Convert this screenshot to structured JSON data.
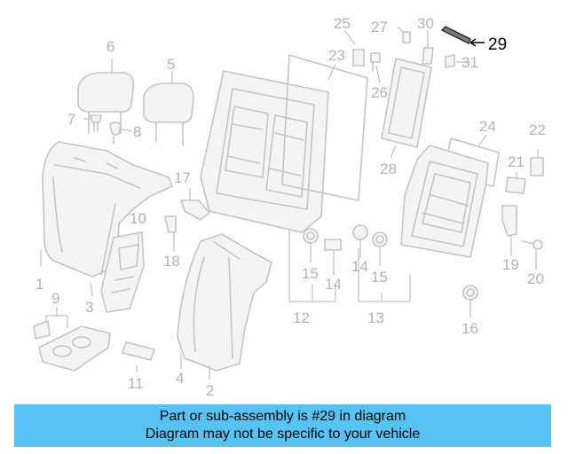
{
  "callouts": {
    "c1": "1",
    "c2": "2",
    "c3": "3",
    "c4": "4",
    "c5": "5",
    "c6": "6",
    "c7": "7",
    "c8": "8",
    "c9": "9",
    "c10": "10",
    "c11": "11",
    "c12": "12",
    "c13": "13",
    "c14a": "14",
    "c14b": "14",
    "c15a": "15",
    "c15b": "15",
    "c16": "16",
    "c17": "17",
    "c18": "18",
    "c19": "19",
    "c20": "20",
    "c21": "21",
    "c22": "22",
    "c23": "23",
    "c24": "24",
    "c25": "25",
    "c26": "26",
    "c27": "27",
    "c28": "28",
    "c29": "29",
    "c30": "30",
    "c31": "31"
  },
  "highlighted_part": "29",
  "banner": {
    "line1": "Part or sub-assembly is #29 in diagram",
    "line2": "Diagram may not be specific to your vehicle"
  },
  "colors": {
    "banner_bg": "#56c3f2",
    "part_stroke": "#c4c4c4",
    "callout_text": "#b3b3b3",
    "highlight": "#000000"
  }
}
